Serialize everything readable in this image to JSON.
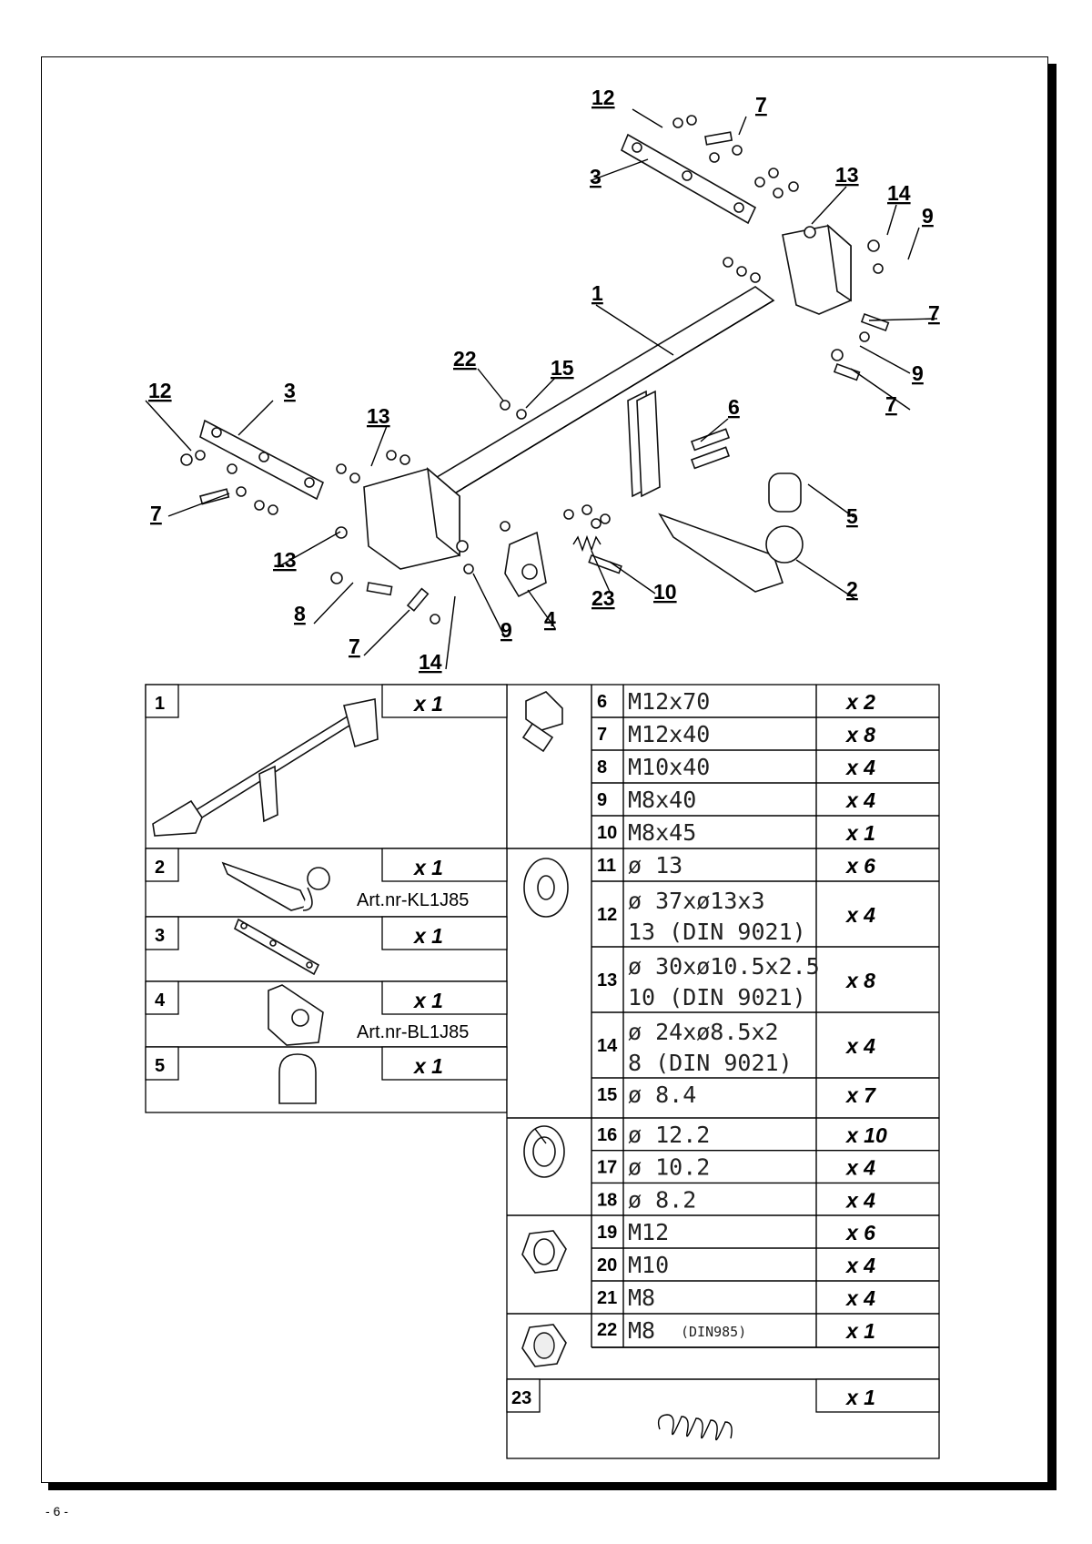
{
  "page_number": "- 6 -",
  "diagram": {
    "callouts": [
      "12",
      "7",
      "3",
      "13",
      "14",
      "9",
      "1",
      "7",
      "22",
      "15",
      "9",
      "12",
      "3",
      "13",
      "6",
      "7",
      "7",
      "5",
      "13",
      "8",
      "2",
      "23",
      "10",
      "4",
      "9",
      "7",
      "14"
    ]
  },
  "parts": {
    "group_a": [
      {
        "no": "1",
        "qty": "x 1",
        "art": ""
      },
      {
        "no": "2",
        "qty": "x 1",
        "art": "Art.nr-KL1J85"
      },
      {
        "no": "3",
        "qty": "x 1",
        "art": ""
      },
      {
        "no": "4",
        "qty": "x 1",
        "art": "Art.nr-BL1J85"
      },
      {
        "no": "5",
        "qty": "x 1",
        "art": ""
      }
    ],
    "bolts": [
      {
        "no": "6",
        "spec": "M12x70",
        "qty": "x 2"
      },
      {
        "no": "7",
        "spec": "M12x40",
        "qty": "x 8"
      },
      {
        "no": "8",
        "spec": "M10x40",
        "qty": "x 4"
      },
      {
        "no": "9",
        "spec": "M8x40",
        "qty": "x 4"
      },
      {
        "no": "10",
        "spec": "M8x45",
        "qty": "x 1"
      }
    ],
    "washers": [
      {
        "no": "11",
        "line1": "ø 13",
        "line2": "",
        "qty": "x 6"
      },
      {
        "no": "12",
        "line1": "ø 37xø13x3",
        "line2": "13   (DIN  9021)",
        "qty": "x 4"
      },
      {
        "no": "13",
        "line1": "ø 30xø10.5x2.5",
        "line2": "10   (DIN  9021)",
        "qty": "x 8"
      },
      {
        "no": "14",
        "line1": "ø 24xø8.5x2",
        "line2": "8    (DIN  9021)",
        "qty": "x 4"
      },
      {
        "no": "15",
        "line1": "ø 8.4",
        "line2": "",
        "qty": "x 7"
      }
    ],
    "spring_washers": [
      {
        "no": "16",
        "spec": "ø 12.2",
        "qty": "x 10"
      },
      {
        "no": "17",
        "spec": "ø 10.2",
        "qty": "x 4"
      },
      {
        "no": "18",
        "spec": "ø 8.2",
        "qty": "x 4"
      }
    ],
    "nuts": [
      {
        "no": "19",
        "spec": "M12",
        "qty": "x 6"
      },
      {
        "no": "20",
        "spec": "M10",
        "qty": "x 4"
      },
      {
        "no": "21",
        "spec": "M8",
        "qty": "x 4"
      }
    ],
    "lock_nut": {
      "no": "22",
      "spec": "M8",
      "note": "(DIN985)",
      "qty": "x 1"
    },
    "spring": {
      "no": "23",
      "qty": "x 1"
    }
  }
}
